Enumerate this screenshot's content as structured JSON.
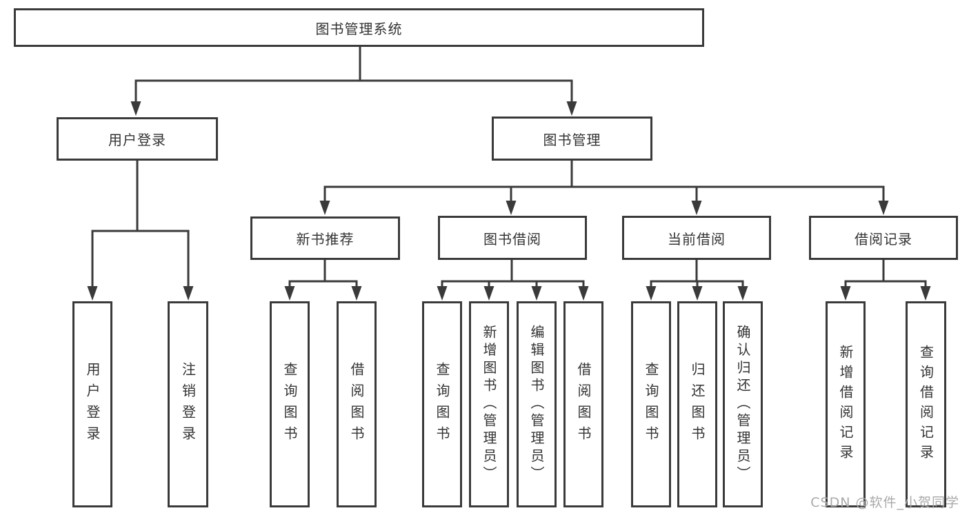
{
  "tree": {
    "label": "图书管理系统",
    "children": [
      {
        "label": "用户登录",
        "children": [
          {
            "label": "用户登录"
          },
          {
            "label": "注销登录"
          }
        ]
      },
      {
        "label": "图书管理",
        "children": [
          {
            "label": "新书推荐",
            "children": [
              {
                "label": "查询图书"
              },
              {
                "label": "借阅图书"
              }
            ]
          },
          {
            "label": "图书借阅",
            "children": [
              {
                "label": "查询图书"
              },
              {
                "label": "新增图书（管理员）"
              },
              {
                "label": "编辑图书（管理员）"
              },
              {
                "label": "借阅图书"
              }
            ]
          },
          {
            "label": "当前借阅",
            "children": [
              {
                "label": "查询图书"
              },
              {
                "label": "归还图书"
              },
              {
                "label": "确认归还（管理员）"
              }
            ]
          },
          {
            "label": "借阅记录",
            "children": [
              {
                "label": "新增借阅记录"
              },
              {
                "label": "查询借阅记录"
              }
            ]
          }
        ]
      }
    ]
  },
  "watermark": "CSDN @软件_小贺同学",
  "colors": {
    "line": "#3a3a3a",
    "text": "#333333",
    "watermark": "#a9a9a9",
    "background": "#ffffff"
  }
}
